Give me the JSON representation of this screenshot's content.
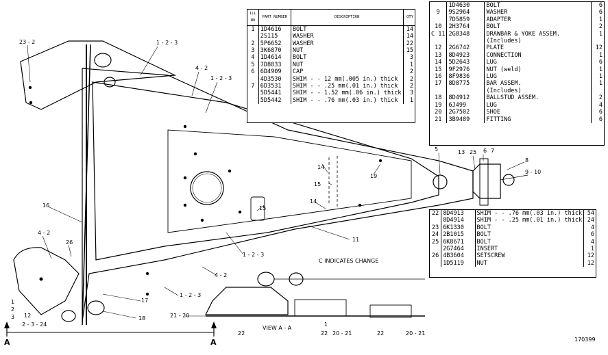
{
  "top_table": {
    "headers": {
      "ref": "ILL NO",
      "part": "PART NUMBER",
      "desc": "DESCRIPTION",
      "qty": "QTY"
    },
    "rows": [
      {
        "ref": "1",
        "part": "1D4616",
        "desc": "BOLT",
        "qty": "14"
      },
      {
        "ref": "",
        "part": "2S115",
        "desc": "WASHER",
        "qty": "14"
      },
      {
        "ref": "2",
        "part": "5P6652",
        "desc": "WASHER",
        "qty": "22"
      },
      {
        "ref": "3",
        "part": "3K6870",
        "desc": "NUT",
        "qty": "15"
      },
      {
        "ref": "4",
        "part": "1D4614",
        "desc": "BOLT",
        "qty": "3"
      },
      {
        "ref": "5",
        "part": "7D8833",
        "desc": "NUT",
        "qty": "1"
      },
      {
        "ref": "6",
        "part": "6D4909",
        "desc": "CAP",
        "qty": "2"
      },
      {
        "ref": "",
        "part": "4D3530",
        "desc": "SHIM - - 12 mm(.005 in.) thick",
        "qty": "2"
      },
      {
        "ref": "7",
        "part": "6D3531",
        "desc": "SHIM - - .25 mm(.01 in.) thick",
        "qty": "2"
      },
      {
        "ref": "",
        "part": "5D5441",
        "desc": "SHIM - - 1.52 mm(.06 in.) thick",
        "qty": "3"
      },
      {
        "ref": "",
        "part": "5D5442",
        "desc": "SHIM - - .76 mm(.03 in.) thick",
        "qty": "1"
      }
    ]
  },
  "right_table": {
    "rows": [
      {
        "ref": "",
        "part": "1D4630",
        "desc": "BOLT",
        "qty": "6"
      },
      {
        "ref": "9",
        "part": "9S2964",
        "desc": "WASHER",
        "qty": "6"
      },
      {
        "ref": "",
        "part": "7D5859",
        "desc": "ADAPTER",
        "qty": "1"
      },
      {
        "ref": "10",
        "part": "2H3764",
        "desc": "BOLT",
        "qty": "2"
      },
      {
        "ref": "C 11",
        "part": "2G8348",
        "desc": "DRAWBAR & YOKE ASSEM.",
        "qty": "1"
      },
      {
        "ref": "",
        "part": "",
        "desc": "(Includes)",
        "qty": ""
      },
      {
        "ref": "12",
        "part": "2G6742",
        "desc": "PLATE",
        "qty": "12"
      },
      {
        "ref": "13",
        "part": "8D4923",
        "desc": "CONNECTION",
        "qty": "1"
      },
      {
        "ref": "14",
        "part": "5D2643",
        "desc": "LUG",
        "qty": "6"
      },
      {
        "ref": "15",
        "part": "9F2976",
        "desc": "NUT (weld)",
        "qty": "1"
      },
      {
        "ref": "16",
        "part": "8F9836",
        "desc": "LUG",
        "qty": "1"
      },
      {
        "ref": "17",
        "part": "8D8775",
        "desc": "BAR ASSEM.",
        "qty": "1"
      },
      {
        "ref": "",
        "part": "",
        "desc": "(Includes)",
        "qty": ""
      },
      {
        "ref": "18",
        "part": "8D4912",
        "desc": "BALLSTUD ASSEM.",
        "qty": "2"
      },
      {
        "ref": "19",
        "part": "6J499",
        "desc": "LUG",
        "qty": "4"
      },
      {
        "ref": "20",
        "part": "2G7502",
        "desc": "SHOE",
        "qty": "6"
      },
      {
        "ref": "21",
        "part": "3B9489",
        "desc": "FITTING",
        "qty": "6"
      }
    ]
  },
  "bottom_table": {
    "rows": [
      {
        "ref": "22",
        "part": "8D4913",
        "desc": "SHIM - - .76 mm(.03 in.) thick",
        "qty": "54"
      },
      {
        "ref": "",
        "part": "8D4914",
        "desc": "SHIM - - .25 mm(.01 in.) thick",
        "qty": "24"
      },
      {
        "ref": "23",
        "part": "6K1330",
        "desc": "BOLT",
        "qty": "4"
      },
      {
        "ref": "24",
        "part": "2B1015",
        "desc": "BOLT",
        "qty": "6"
      },
      {
        "ref": "25",
        "part": "6K8671",
        "desc": "BOLT",
        "qty": "4"
      },
      {
        "ref": "",
        "part": "2G7464",
        "desc": "INSERT",
        "qty": "1"
      },
      {
        "ref": "26",
        "part": "4B3604",
        "desc": "SETSCREW",
        "qty": "12"
      },
      {
        "ref": "",
        "part": "1D5119",
        "desc": "NUT",
        "qty": "12"
      }
    ]
  },
  "callouts": {
    "c1": "23 - 2",
    "c2": "1 - 2 - 3",
    "c3": "4 - 2",
    "c4": "1 - 2 - 3",
    "c5": "14",
    "c6": "15",
    "c7": "19",
    "c8": "14",
    "c9": "15",
    "c10": "16",
    "c11": "4 - 2",
    "c12": "26",
    "c13": "11",
    "c14": "1 - 2 - 3",
    "c15": "4 - 2",
    "c16": "1 - 2 - 3",
    "c17": "17",
    "c18": "18",
    "c19": "21 - 20",
    "c20": "22",
    "c21": "1",
    "c22": "22",
    "c23": "20 - 21",
    "c24": "22",
    "c25": "20 - 21",
    "c26": "12",
    "c27": "2 - 3 - 24",
    "c28": "1",
    "c29": "2",
    "c30": "3",
    "c31": "5",
    "c32": "13",
    "c33": "25",
    "c34": "6",
    "c35": "7",
    "c36": "8",
    "c37": "9 - 10"
  },
  "view_label": "VIEW A - A",
  "change_note": "C INDICATES CHANGE",
  "section_mark": "A",
  "drawing_number": "170399"
}
